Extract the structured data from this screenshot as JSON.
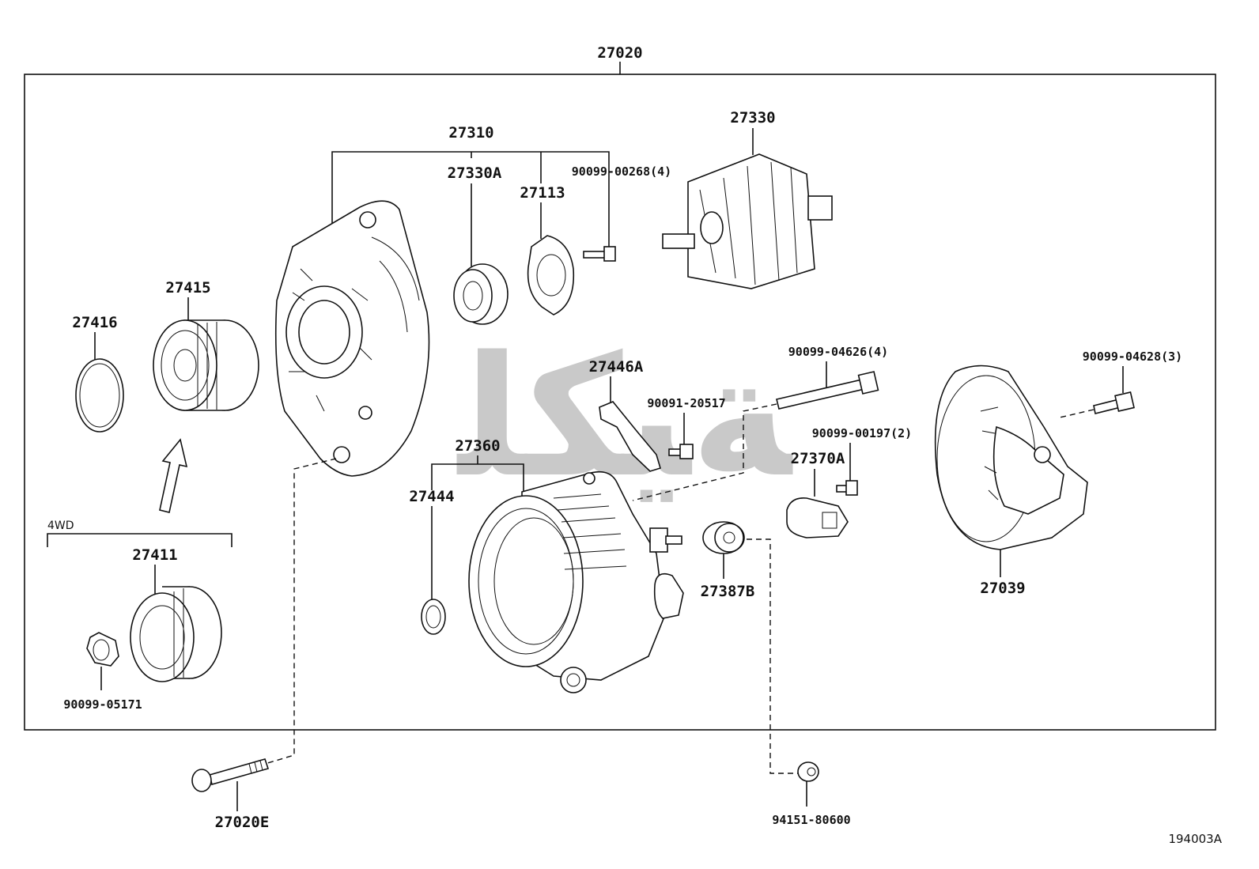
{
  "assembly_number": "27020",
  "figure_id": "194003A",
  "group_label": "4WD",
  "watermark_text": "ﺔﻴﻜﻠ",
  "parts": {
    "p27310": "27310",
    "p27330": "27330",
    "p27330A": "27330A",
    "p27113": "27113",
    "p90099_00268": "90099-00268(4)",
    "p27415": "27415",
    "p27416": "27416",
    "p27446A": "27446A",
    "p90099_04626": "90099-04626(4)",
    "p90099_04628": "90099-04628(3)",
    "p90091_20517": "90091-20517",
    "p90099_00197": "90099-00197(2)",
    "p27360": "27360",
    "p27370A": "27370A",
    "p27444": "27444",
    "p27411": "27411",
    "p27387B": "27387B",
    "p27039": "27039",
    "p90099_05171": "90099-05171",
    "p27020E": "27020E",
    "p94151_80600": "94151-80600"
  }
}
